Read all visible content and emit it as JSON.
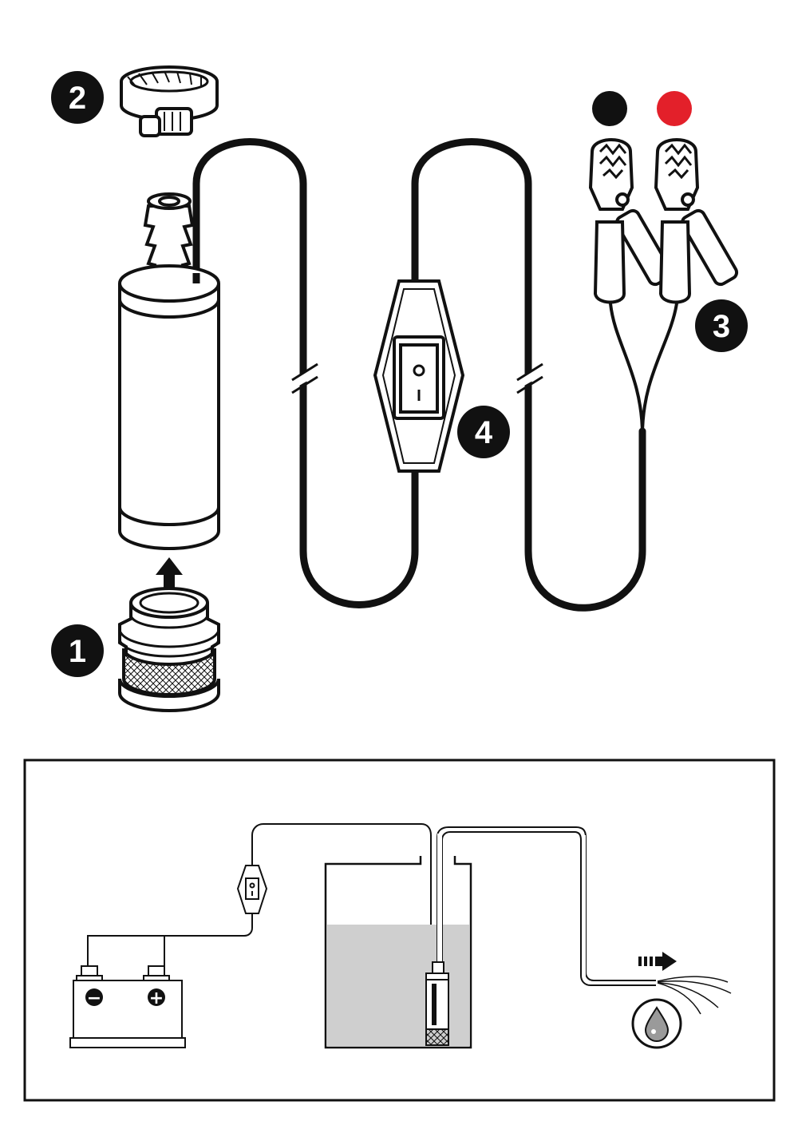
{
  "callouts": {
    "filter": "1",
    "hose_clamp": "2",
    "clamps": "3",
    "switch": "4"
  },
  "battery": {
    "negative": "−",
    "positive": "+"
  },
  "colors": {
    "ink": "#111111",
    "negative_dot": "#111111",
    "positive_dot": "#e3202a",
    "liquid": "#cfcfcf",
    "mesh": "#d8d8d8"
  },
  "icons": {
    "flow_arrow": "arrow-right-icon",
    "liquid_drop": "drop-icon"
  }
}
